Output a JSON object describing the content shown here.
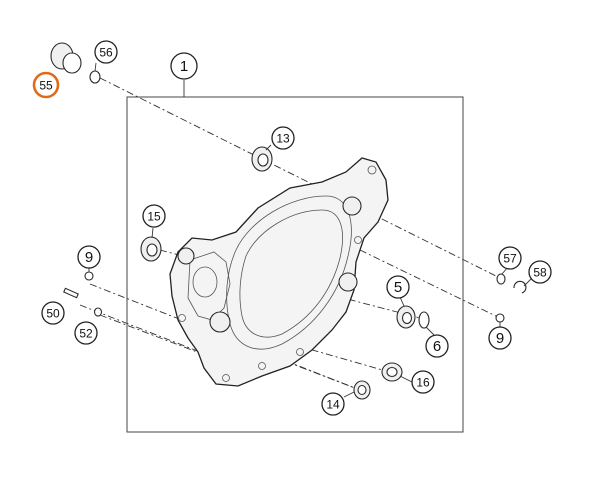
{
  "callouts": [
    {
      "id": "1",
      "label": "1",
      "active": false
    },
    {
      "id": "5",
      "label": "5",
      "active": false
    },
    {
      "id": "6",
      "label": "6",
      "active": false
    },
    {
      "id": "9a",
      "label": "9",
      "active": false
    },
    {
      "id": "9b",
      "label": "9",
      "active": false
    },
    {
      "id": "13",
      "label": "13",
      "active": false
    },
    {
      "id": "14",
      "label": "14",
      "active": false
    },
    {
      "id": "15",
      "label": "15",
      "active": false
    },
    {
      "id": "16",
      "label": "16",
      "active": false
    },
    {
      "id": "50",
      "label": "50",
      "active": false
    },
    {
      "id": "52",
      "label": "52",
      "active": false
    },
    {
      "id": "55",
      "label": "55",
      "active": true
    },
    {
      "id": "56",
      "label": "56",
      "active": false
    },
    {
      "id": "57",
      "label": "57",
      "active": false
    },
    {
      "id": "58",
      "label": "58",
      "active": false
    }
  ],
  "colors": {
    "highlight": "#e06a1a",
    "ink": "#222222"
  }
}
